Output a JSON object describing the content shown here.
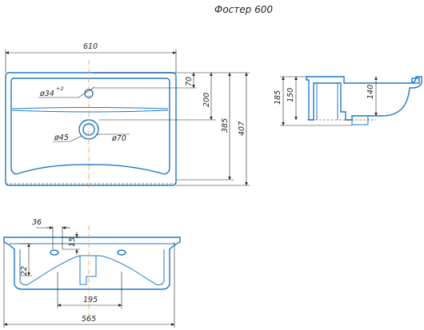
{
  "title": "Фостер 600",
  "top_view": {
    "width": "610",
    "hole_tap": "ø34",
    "hole_tap_tol": "+2",
    "dist_tap": "70",
    "dist_drain": "200",
    "depth_inner": "385",
    "depth_total": "407",
    "drain_outer": "ø70",
    "drain_inner": "ø45"
  },
  "side_view": {
    "height_total": "185",
    "height_inner": "150",
    "height_bowl": "140"
  },
  "front_view": {
    "hole_offset": "36",
    "hole_height": "15",
    "edge_height": "22",
    "bowl_width": "195",
    "total_width": "565"
  }
}
